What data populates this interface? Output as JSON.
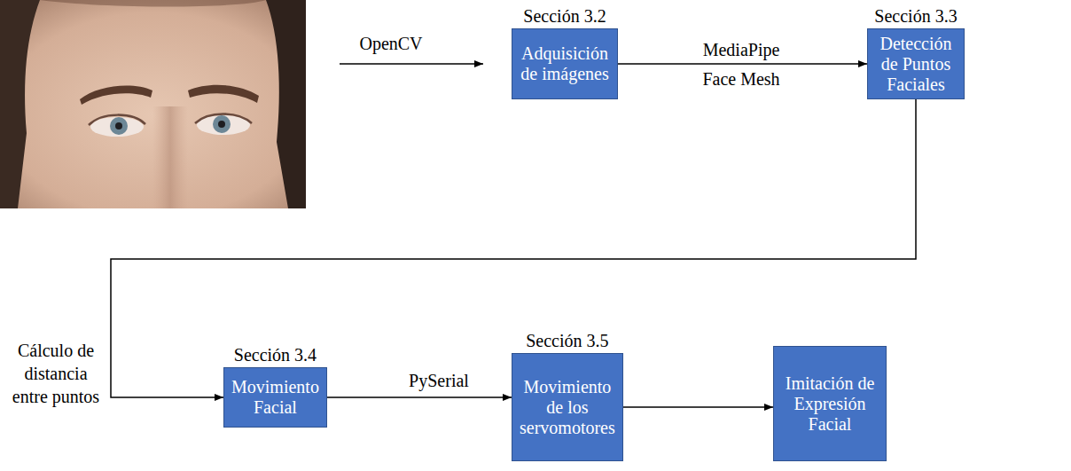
{
  "diagram": {
    "nodes": [
      {
        "text": [
          "Sección 3.2",
          "Adquisición de imágenes"
        ]
      },
      {
        "text": [
          "Sección 3.3",
          "Detección de Puntos Faciales"
        ]
      },
      {
        "text": [
          "Sección 3.4",
          "Movimiento Facial"
        ]
      },
      {
        "text": [
          "Sección 3.5",
          "Movimiento de los servomotores"
        ]
      },
      {
        "text": [
          "Imitación de Expresión Facial"
        ]
      }
    ],
    "edges": [
      {
        "from": 0,
        "to": 1,
        "label": "MediaPipe Face Mesh",
        "arrow": "to"
      },
      {
        "from": 1,
        "to": 2,
        "label": "Cálculo de distancia entre puntos",
        "arrow": "to"
      },
      {
        "from": 2,
        "to": 3,
        "label": "PySerial",
        "arrow": "to"
      },
      {
        "from": 3,
        "to": 4,
        "arrow": "to"
      }
    ],
    "labels": [
      "OpenCV"
    ]
  }
}
